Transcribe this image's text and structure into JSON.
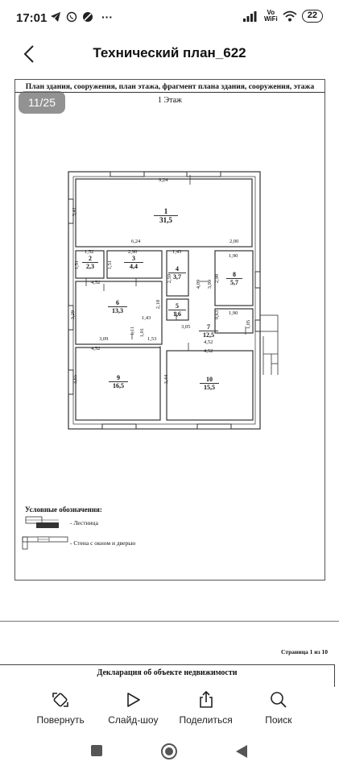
{
  "status_bar": {
    "time": "17:01",
    "more": "···",
    "network": "Vo\nWiFi",
    "battery": "22",
    "icons": [
      "telegram-icon",
      "whatsapp-icon",
      "dnd-icon",
      "signal-icon",
      "wifi-icon",
      "battery-icon"
    ]
  },
  "header": {
    "title": "Технический план_622",
    "back_icon": "chevron-left-icon"
  },
  "viewer": {
    "page_counter": "11/25",
    "document": {
      "title": "План здания, сооружения, план этажа, фрагмент плана здания, сооружения, этажа",
      "floor": "1 Этаж",
      "rooms": [
        {
          "num": "1",
          "area": "31,5"
        },
        {
          "num": "2",
          "area": "2,3"
        },
        {
          "num": "3",
          "area": "4,4"
        },
        {
          "num": "4",
          "area": "3,7"
        },
        {
          "num": "5",
          "area": "1,6"
        },
        {
          "num": "6",
          "area": "13,3"
        },
        {
          "num": "7",
          "area": "12,5"
        },
        {
          "num": "8",
          "area": "5,7"
        },
        {
          "num": "9",
          "area": "16,5"
        },
        {
          "num": "10",
          "area": "15,5"
        }
      ],
      "dimensions": [
        "9,24",
        "3,41",
        "6,24",
        "2,00",
        "1,52",
        "2,90",
        "1,43",
        "1,90",
        "1,51",
        "1,51",
        "2,59",
        "4,09",
        "3,99",
        "2,98",
        "4,52",
        "2,18",
        "3,29",
        "0,63",
        "1,90",
        "1,43",
        "3,05",
        "1,11",
        "1,01",
        "1,05",
        "3,09",
        "1,53",
        "4,52",
        "4,52",
        "4,52",
        "3,65",
        "3,44"
      ],
      "legend": {
        "title": "Условные обозначения:",
        "items": [
          "- Лестница",
          "- Стена с окном и дверью"
        ]
      }
    },
    "next_page": {
      "footer": "Страница 1 из 10",
      "title": "Декларация об объекте недвижимости"
    }
  },
  "toolbar": {
    "rotate": "Повернуть",
    "slideshow": "Слайд-шоу",
    "share": "Поделиться",
    "search": "Поиск"
  },
  "nav": {
    "icons": [
      "recents-square-icon",
      "home-circle-icon",
      "back-triangle-icon"
    ]
  }
}
